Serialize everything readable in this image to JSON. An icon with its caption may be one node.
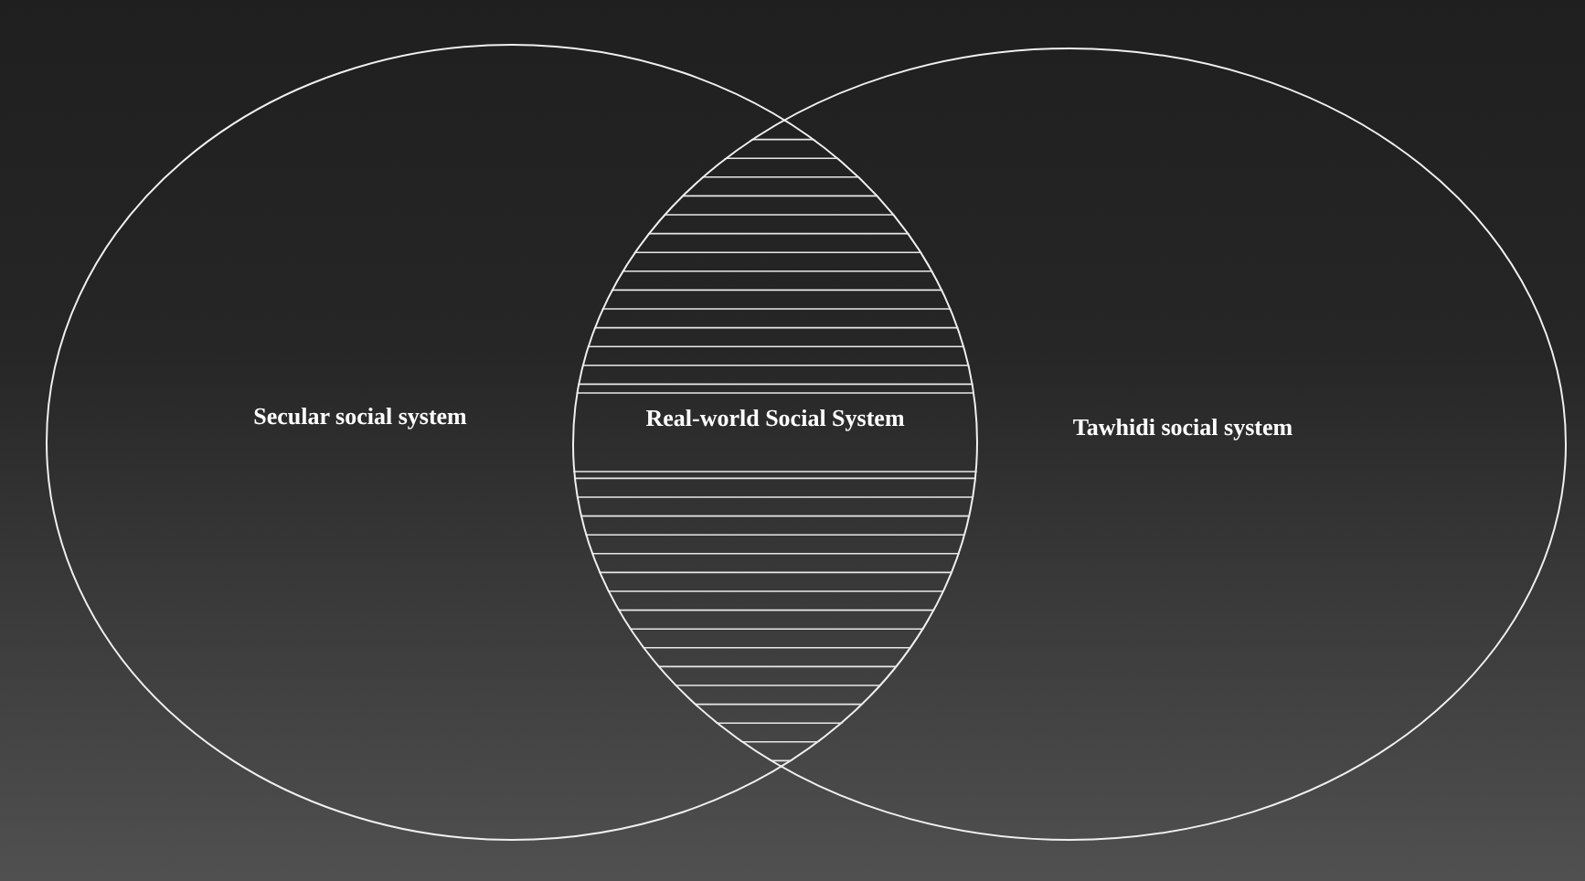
{
  "diagram": {
    "nodes": [
      {
        "text": [
          "Secular social system"
        ]
      },
      {
        "text": [
          "Real-world Social System"
        ]
      },
      {
        "text": [
          "Tawhidi social system"
        ]
      }
    ]
  }
}
